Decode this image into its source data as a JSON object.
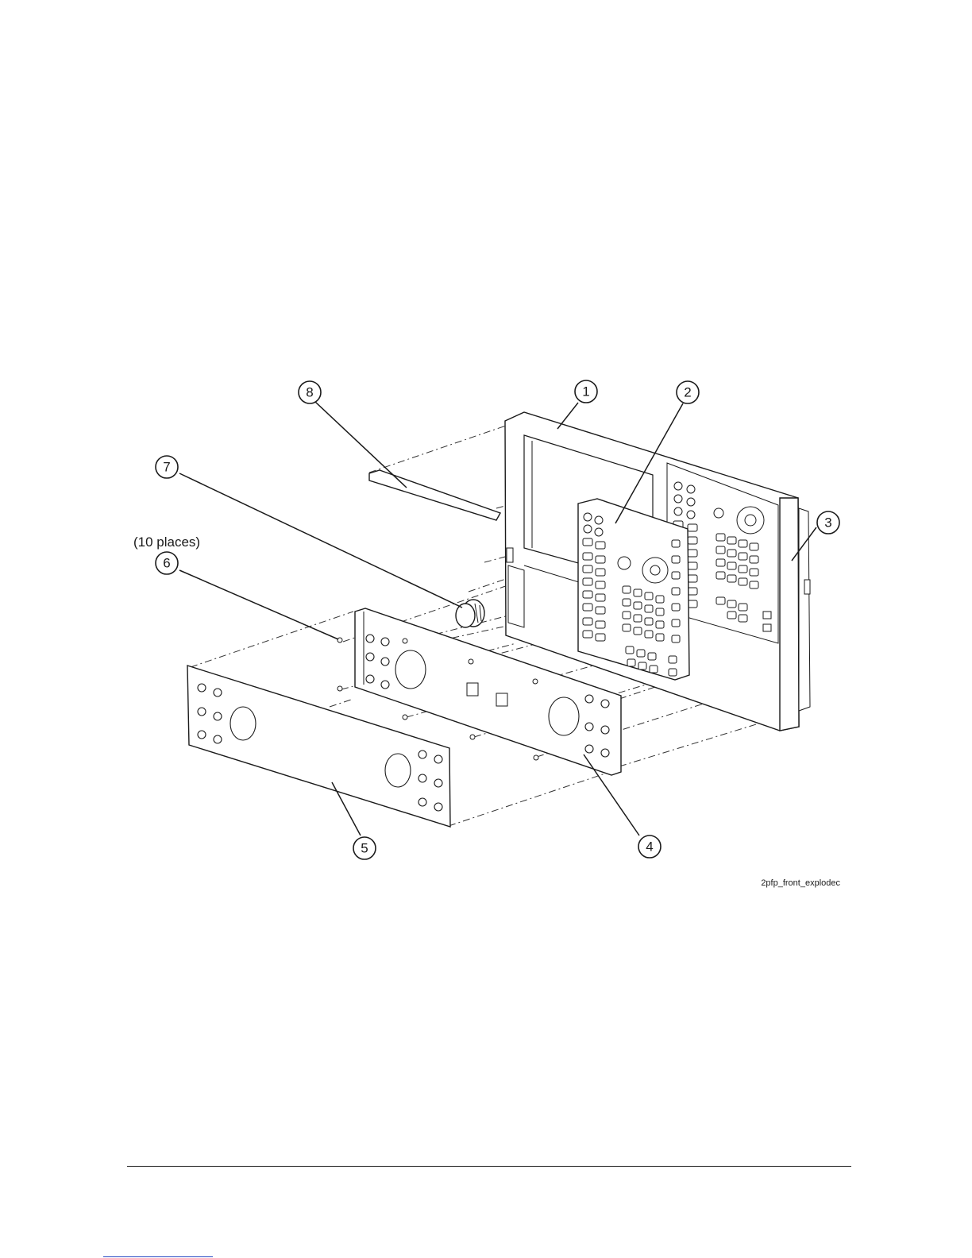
{
  "figure": {
    "figure_id": "2pfp_front_explodec",
    "note": "(10 places)",
    "callouts": [
      {
        "number": "1",
        "icon": "front-frame"
      },
      {
        "number": "2",
        "icon": "front-panel-keypad-overlay"
      },
      {
        "number": "3",
        "icon": "front-panel-assembly"
      },
      {
        "number": "4",
        "icon": "sub-panel-plate"
      },
      {
        "number": "5",
        "icon": "front-panel-cover-overlay"
      },
      {
        "number": "6",
        "icon": "screw"
      },
      {
        "number": "7",
        "icon": "rpg-knob"
      },
      {
        "number": "8",
        "icon": "display-strip"
      }
    ]
  },
  "colors": {
    "line": "#1a1a1a",
    "link": "#2b4cc4"
  }
}
